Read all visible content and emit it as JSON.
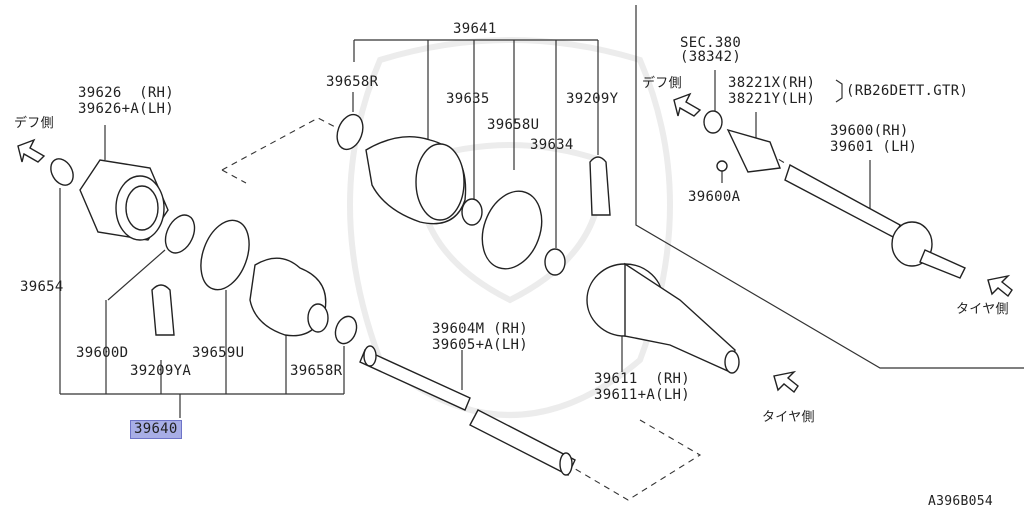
{
  "labels": {
    "l39641": "39641",
    "l39658R_top": "39658R",
    "l39635": "39635",
    "l39658U": "39658U",
    "l39634": "39634",
    "l39209Y": "39209Y",
    "l39626_rh": "39626  (RH)",
    "l39626_lh": "39626+A(LH)",
    "l39654": "39654",
    "l39600D": "39600D",
    "l39659U": "39659U",
    "l39209YA": "39209YA",
    "l39658R_bot": "39658R",
    "l39640": "39640",
    "l39604M": "39604M (RH)",
    "l39605": "39605+A(LH)",
    "l39611_rh": "39611  (RH)",
    "l39611_lh": "39611+A(LH)",
    "sec380": "SEC.380",
    "sec380_sub": "(38342)",
    "l38221X": "38221X(RH)",
    "l38221Y": "38221Y(LH)",
    "rb26": "(RB26DETT.GTR)",
    "l39600_rh": "39600(RH)",
    "l39601_lh": "39601 (LH)",
    "l39600A": "39600A",
    "diff_side_left": "デフ側",
    "diff_side_right": "デフ側",
    "tire_side_mid": "タイヤ側",
    "tire_side_right": "タイヤ側",
    "diagram_code": "A396B054"
  }
}
